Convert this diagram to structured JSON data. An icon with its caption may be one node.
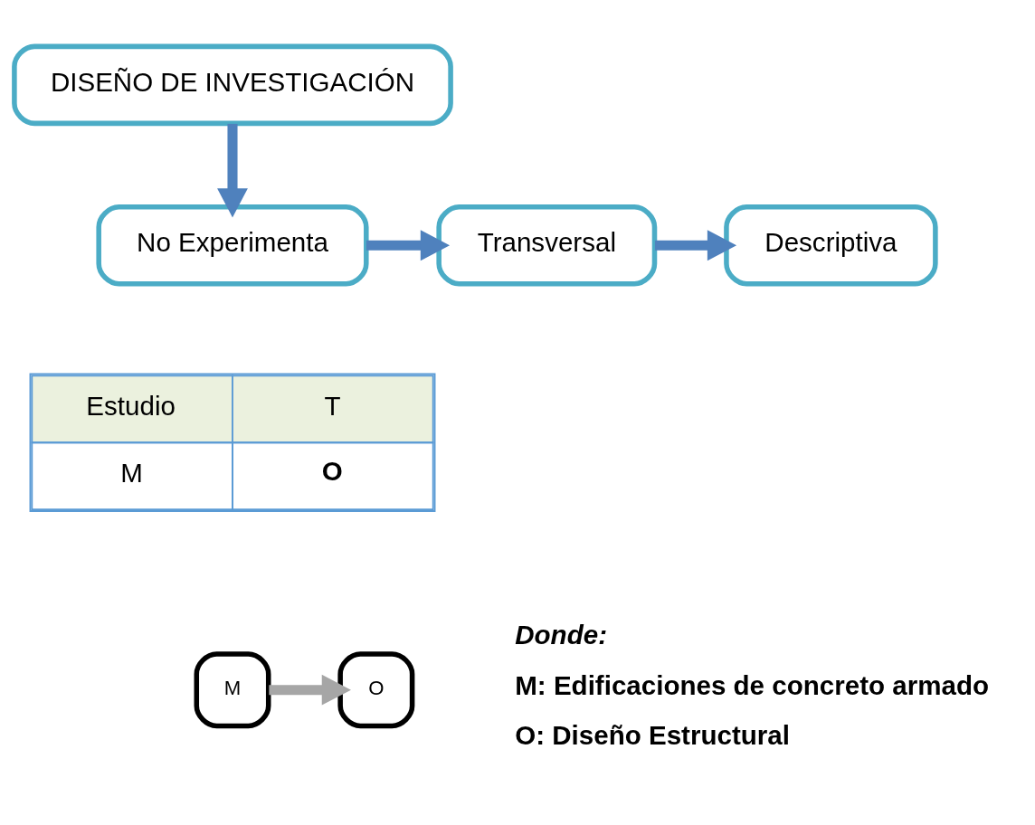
{
  "diagram": {
    "nodes": [
      {
        "text": [
          "DISEÑO DE INVESTIGACIÓN"
        ]
      },
      {
        "text": [
          "No Experimenta"
        ]
      },
      {
        "text": [
          "Transversal"
        ]
      },
      {
        "text": [
          "Descriptiva"
        ]
      },
      {
        "text": [
          "M"
        ]
      },
      {
        "text": [
          "O"
        ]
      }
    ],
    "edges": [
      {
        "from": 0,
        "to": 1,
        "arrow": "to"
      },
      {
        "from": 1,
        "to": 2,
        "arrow": "to"
      },
      {
        "from": 2,
        "to": 3,
        "arrow": "to"
      },
      {
        "from": 4,
        "to": 5,
        "arrow": "to",
        "color": "#a6a6a6"
      }
    ],
    "labels": [
      "Estudio",
      "T",
      "M",
      "O",
      "Donde:",
      "M: Edificaciones de concreto armado",
      "O: Diseño Estructural"
    ]
  }
}
